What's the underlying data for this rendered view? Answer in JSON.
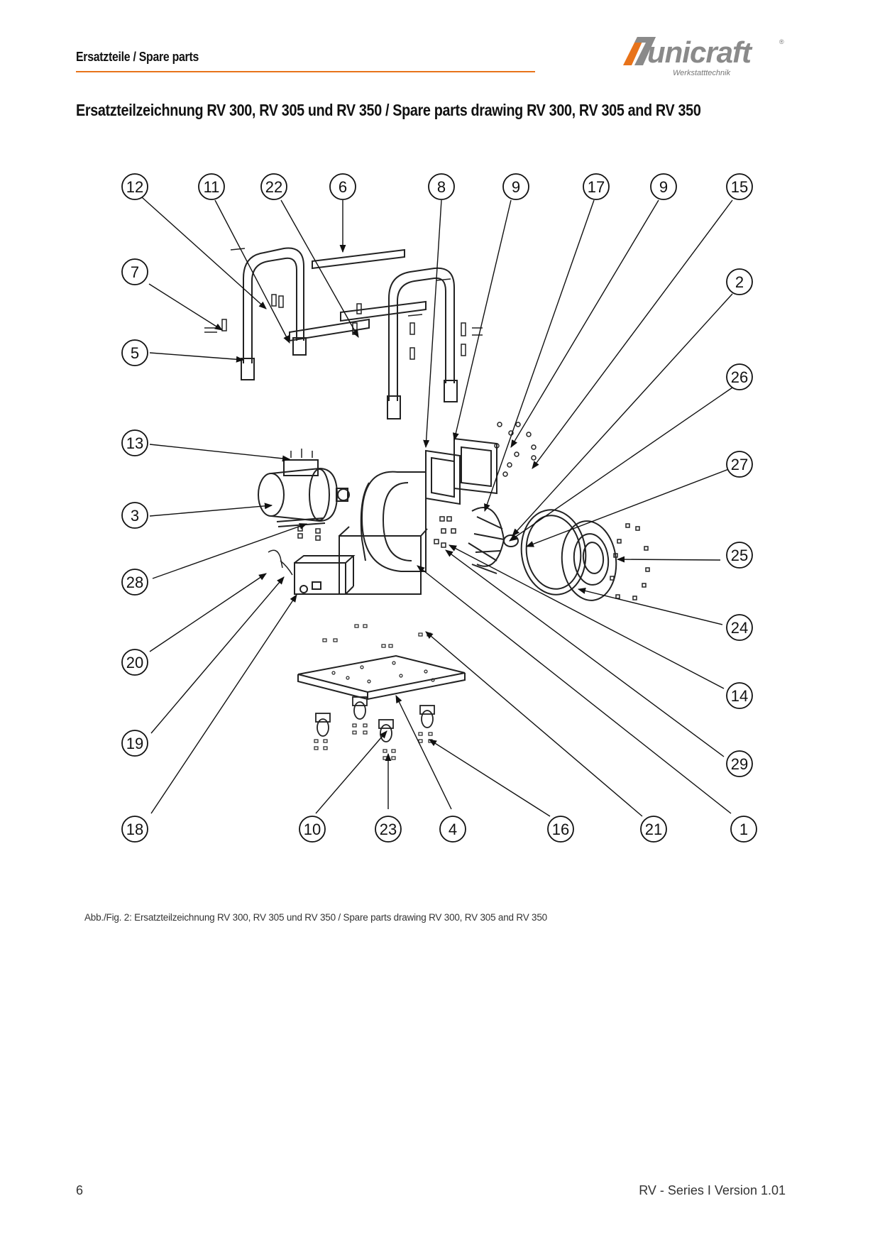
{
  "header": {
    "title": "Ersatzteile / Spare parts",
    "logo_word": "unicraft",
    "logo_reg": "®",
    "logo_sub": "Werkstatttechnik",
    "accent_color": "#e8731a"
  },
  "section_title": "Ersatzteilzeichnung RV 300, RV 305 und RV 350 / Spare parts drawing RV 300, RV 305 and RV 350",
  "callouts": [
    {
      "id": "c12",
      "label": "12"
    },
    {
      "id": "c11",
      "label": "11"
    },
    {
      "id": "c22",
      "label": "22"
    },
    {
      "id": "c6",
      "label": "6"
    },
    {
      "id": "c8",
      "label": "8"
    },
    {
      "id": "c9a",
      "label": "9"
    },
    {
      "id": "c17",
      "label": "17"
    },
    {
      "id": "c9b",
      "label": "9"
    },
    {
      "id": "c15",
      "label": "15"
    },
    {
      "id": "c7",
      "label": "7"
    },
    {
      "id": "c2",
      "label": "2"
    },
    {
      "id": "c5",
      "label": "5"
    },
    {
      "id": "c26",
      "label": "26"
    },
    {
      "id": "c13",
      "label": "13"
    },
    {
      "id": "c27",
      "label": "27"
    },
    {
      "id": "c3",
      "label": "3"
    },
    {
      "id": "c25",
      "label": "25"
    },
    {
      "id": "c28",
      "label": "28"
    },
    {
      "id": "c24",
      "label": "24"
    },
    {
      "id": "c20",
      "label": "20"
    },
    {
      "id": "c14",
      "label": "14"
    },
    {
      "id": "c19",
      "label": "19"
    },
    {
      "id": "c29",
      "label": "29"
    },
    {
      "id": "c18",
      "label": "18"
    },
    {
      "id": "c10",
      "label": "10"
    },
    {
      "id": "c23",
      "label": "23"
    },
    {
      "id": "c4",
      "label": "4"
    },
    {
      "id": "c16",
      "label": "16"
    },
    {
      "id": "c21",
      "label": "21"
    },
    {
      "id": "c1",
      "label": "1"
    }
  ],
  "caption": "Abb./Fig. 2: Ersatzteilzeichnung RV 300, RV 305 und RV 350 / Spare parts drawing  RV 300, RV 305 and RV 350",
  "footer": {
    "page_number": "6",
    "doc_version": "RV - Series I Version 1.01"
  }
}
